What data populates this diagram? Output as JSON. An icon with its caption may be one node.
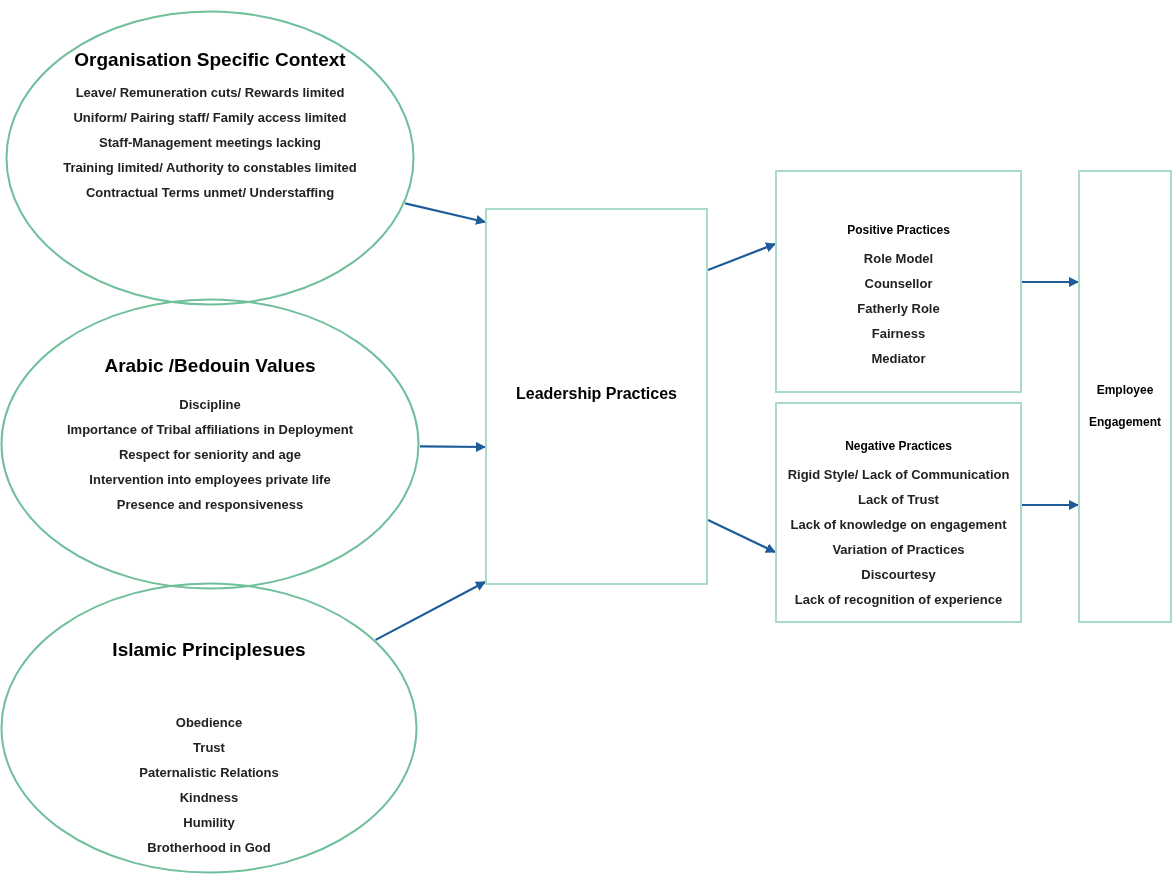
{
  "diagram": {
    "nodes": [
      {
        "text": [
          "Organisation Specific Context",
          "Leave/ Remuneration cuts/ Rewards limited",
          "Uniform/ Pairing staff/ Family access limited",
          "Staff-Management meetings lacking",
          "Training limited/ Authority to constables limited",
          "Contractual Terms unmet/ Understaffing"
        ]
      },
      {
        "text": [
          "Arabic /Bedouin Values",
          "Discipline",
          "Importance of Tribal affiliations in Deployment",
          "Respect for seniority and age",
          "Intervention into employees private life",
          "Presence and responsiveness"
        ]
      },
      {
        "text": [
          "Islamic Principlesues",
          "Obedience",
          "Trust",
          "Paternalistic Relations",
          "Kindness",
          "Humility",
          "Brotherhood in God"
        ]
      },
      {
        "text": [
          "Leadership Practices"
        ]
      },
      {
        "text": [
          "Positive Practices",
          "Role Model",
          "Counsellor",
          "Fatherly Role",
          "Fairness",
          "Mediator"
        ]
      },
      {
        "text": [
          "Negative Practices",
          "Rigid Style/ Lack of Communication",
          "Lack of Trust",
          "Lack of knowledge on engagement",
          "Variation of Practices",
          "Discourtesy",
          "Lack of recognition of experience"
        ]
      },
      {
        "text": [
          "Employee Engagement"
        ]
      }
    ],
    "edges": [
      {
        "from": 0,
        "to": 3,
        "arrow": "to"
      },
      {
        "from": 1,
        "to": 3,
        "arrow": "to"
      },
      {
        "from": 2,
        "to": 3,
        "arrow": "to"
      },
      {
        "from": 3,
        "to": 4,
        "arrow": "to"
      },
      {
        "from": 3,
        "to": 5,
        "arrow": "to"
      },
      {
        "from": 4,
        "to": 6,
        "arrow": "to"
      },
      {
        "from": 5,
        "to": 6,
        "arrow": "to"
      }
    ]
  }
}
